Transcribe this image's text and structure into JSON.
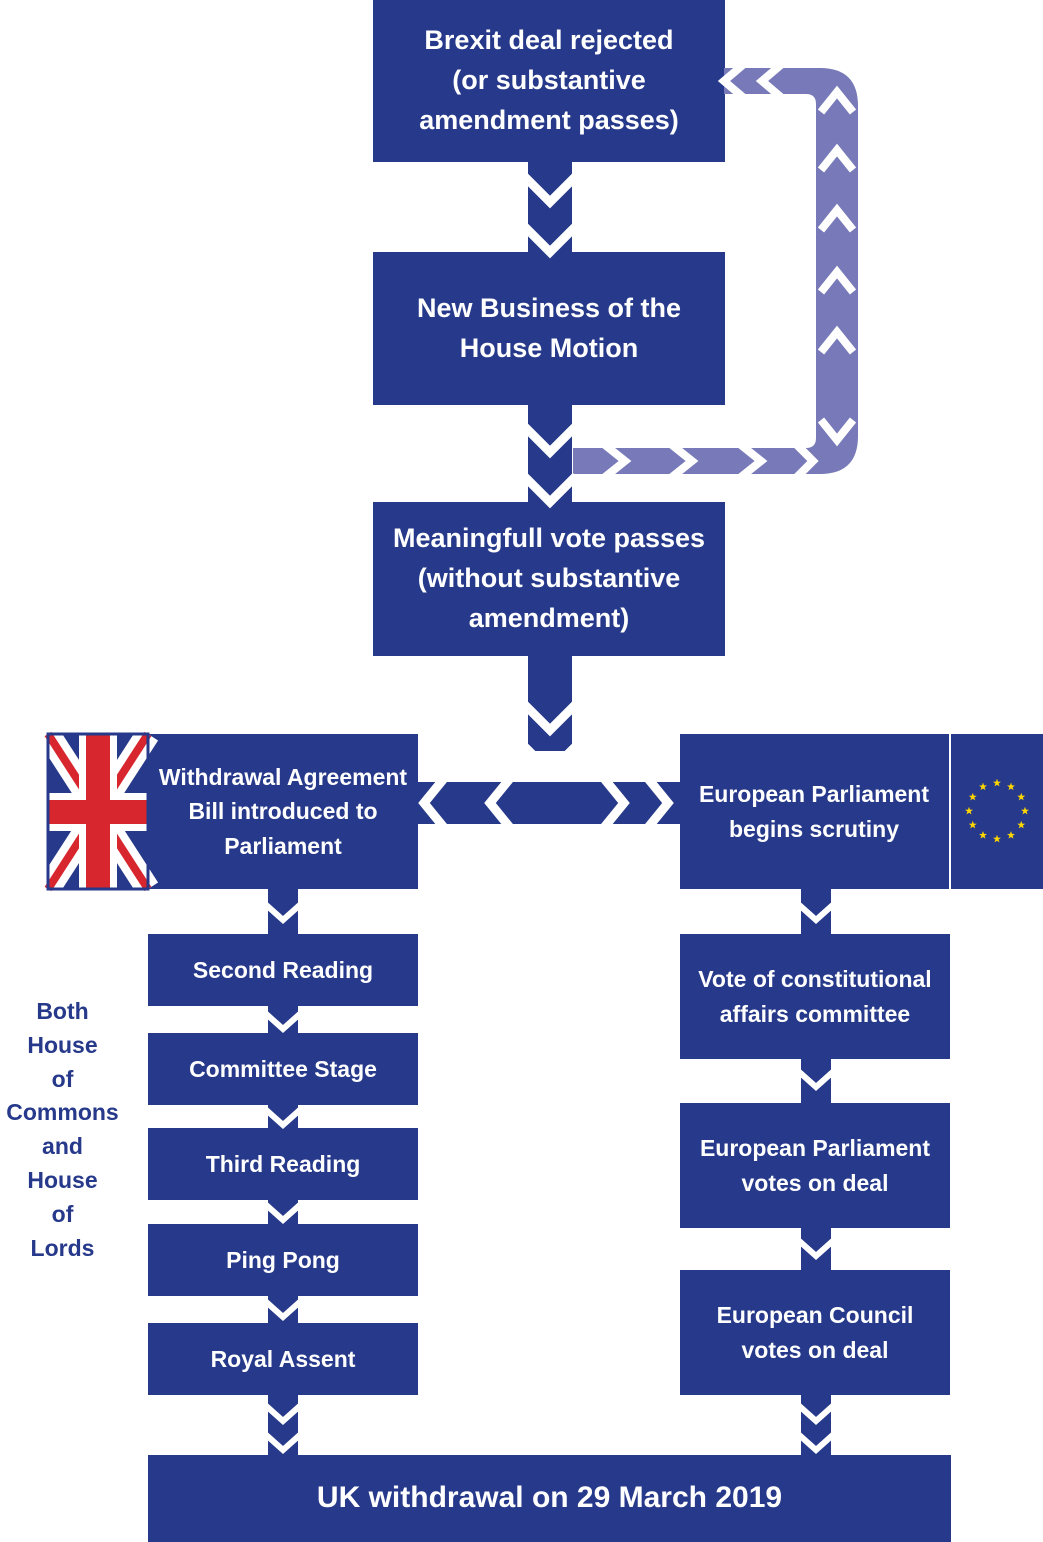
{
  "colors": {
    "box": "#26398a",
    "loop_arrow": "#7779b8",
    "side_text": "#26398a",
    "eu_star": "#ffd700"
  },
  "top_flow": {
    "deal_rejected": "Brexit deal rejected\n(or substantive\namendment passes)",
    "business_motion": "New Business of the\nHouse Motion",
    "meaningful_vote": "Meaningfull vote passes\n(without substantive\namendment)"
  },
  "uk_branch": {
    "bill_introduced": "Withdrawal Agreement\nBill introduced to\nParliament",
    "flag": "union-jack-icon",
    "steps": [
      "Second Reading",
      "Committee Stage",
      "Third Reading",
      "Ping Pong",
      "Royal Assent"
    ],
    "side_label": "Both\nHouse\nof\nCommons\nand\nHouse\nof\nLords"
  },
  "eu_branch": {
    "scrutiny": "European Parliament\nbegins scrutiny",
    "flag": "eu-flag-icon",
    "steps": [
      "Vote of constitutional\naffairs committee",
      "European Parliament\nvotes on deal",
      "European Council\nvotes on deal"
    ]
  },
  "final": "UK withdrawal on 29 March 2019"
}
